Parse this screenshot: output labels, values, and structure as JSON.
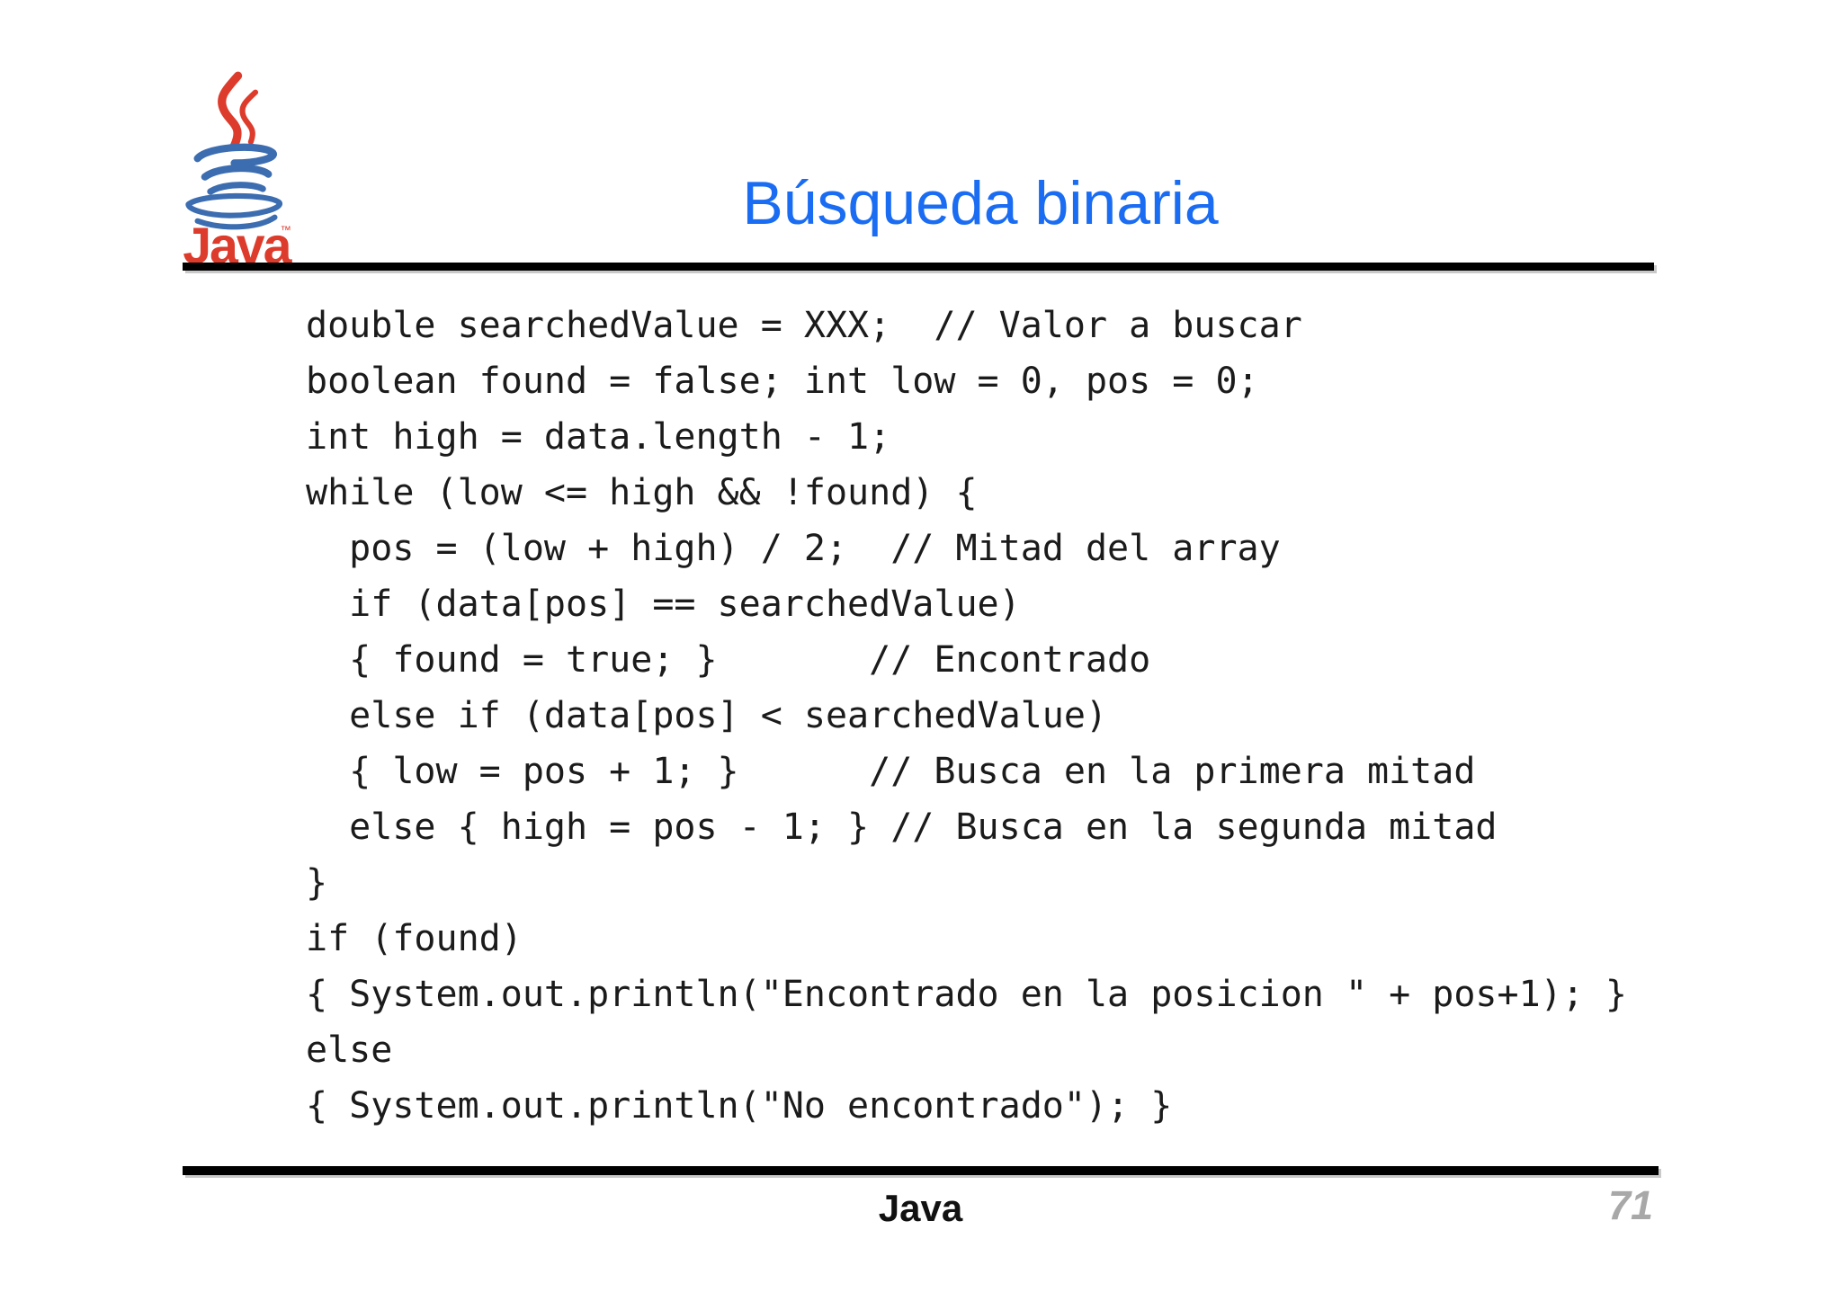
{
  "page": {
    "title": "Búsqueda binaria",
    "title_color": "#1a6cf2"
  },
  "logo": {
    "icon": "java-logo",
    "wordmark": "Java",
    "trademark": "™",
    "steam_color": "#dd3b2b",
    "cup_color": "#3c6db0"
  },
  "code": {
    "lines": [
      "double searchedValue = XXX;  // Valor a buscar",
      "boolean found = false; int low = 0, pos = 0;",
      "int high = data.length - 1;",
      "while (low <= high && !found) {",
      "  pos = (low + high) / 2;  // Mitad del array",
      "  if (data[pos] == searchedValue)",
      "  { found = true; }       // Encontrado",
      "  else if (data[pos] < searchedValue)",
      "  { low = pos + 1; }      // Busca en la primera mitad",
      "  else { high = pos - 1; } // Busca en la segunda mitad",
      "}",
      "if (found)",
      "{ System.out.println(\"Encontrado en la posicion \" + pos+1); }",
      "else",
      "{ System.out.println(\"No encontrado\"); }"
    ]
  },
  "footer": {
    "label": "Java",
    "page_number": "71"
  }
}
